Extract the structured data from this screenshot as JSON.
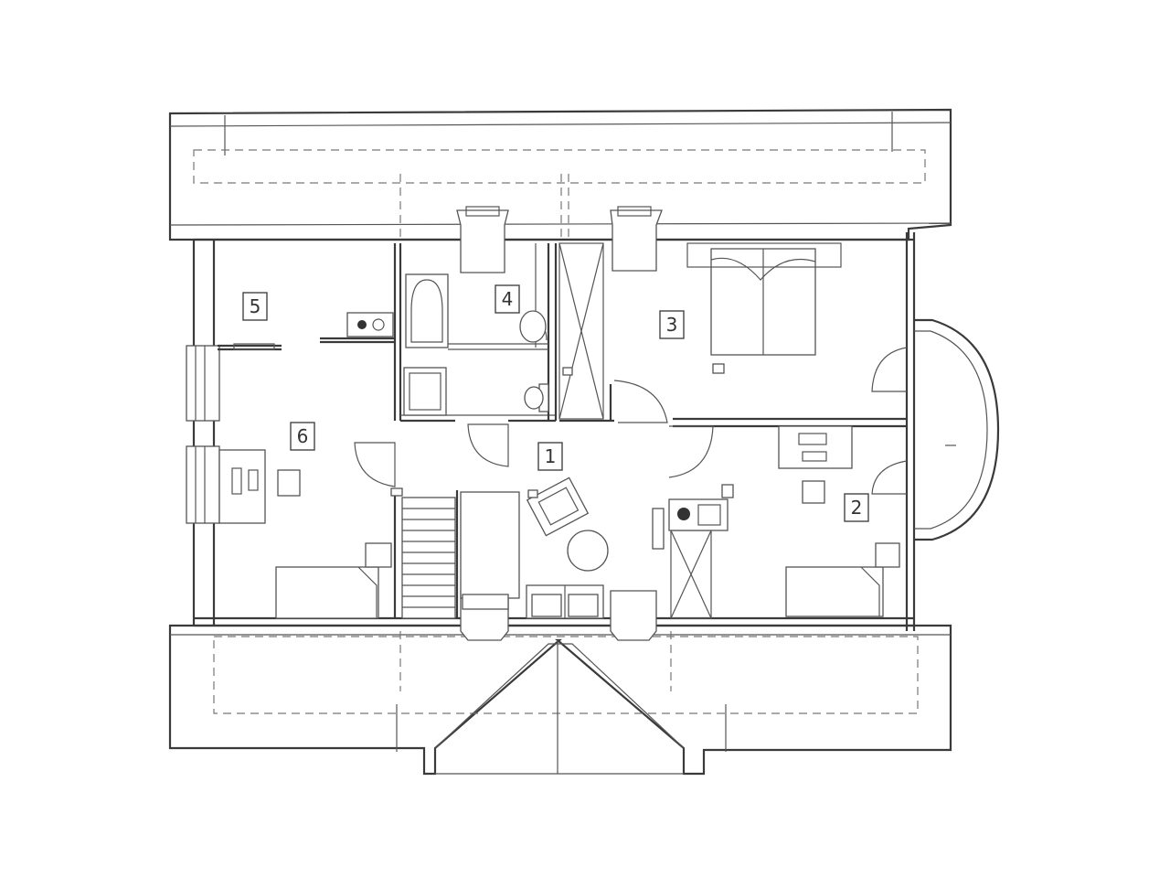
{
  "plan": {
    "rooms": [
      {
        "id": "room-1",
        "number": "1"
      },
      {
        "id": "room-2",
        "number": "2"
      },
      {
        "id": "room-3",
        "number": "3"
      },
      {
        "id": "room-4",
        "number": "4"
      },
      {
        "id": "room-5",
        "number": "5"
      },
      {
        "id": "room-6",
        "number": "6"
      }
    ]
  }
}
